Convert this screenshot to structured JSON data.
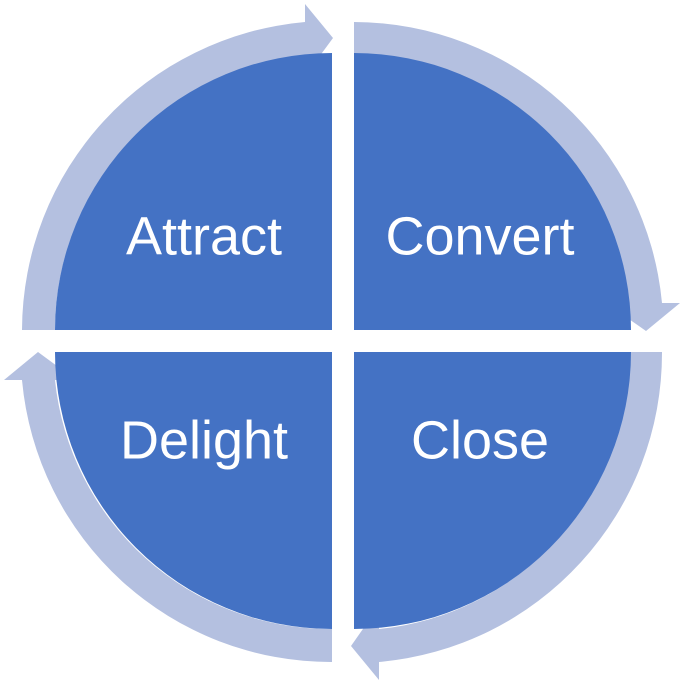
{
  "diagram": {
    "type": "cycle",
    "colors": {
      "quadrant_fill": "#4472c4",
      "arrow_fill": "#b4c0e0",
      "label_text": "#ffffff",
      "background": "#ffffff"
    },
    "quadrants": [
      {
        "id": "attract",
        "label": "Attract"
      },
      {
        "id": "convert",
        "label": "Convert"
      },
      {
        "id": "close",
        "label": "Close"
      },
      {
        "id": "delight",
        "label": "Delight"
      }
    ],
    "flow_direction": "clockwise"
  }
}
